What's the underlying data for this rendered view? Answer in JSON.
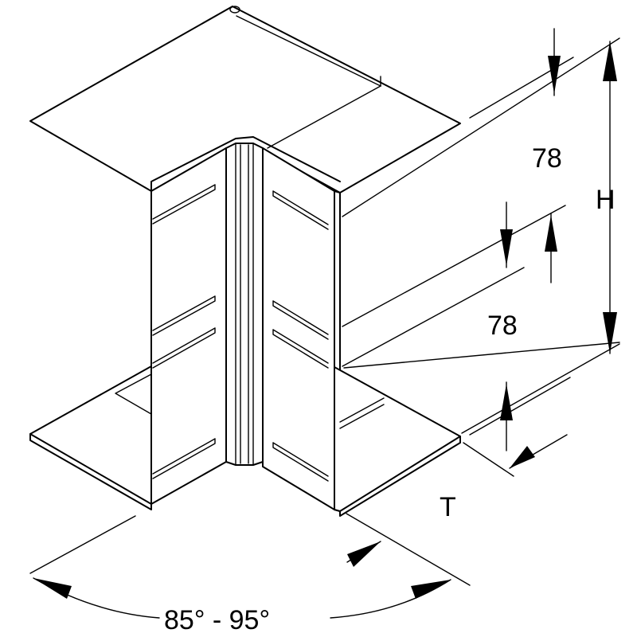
{
  "labels": {
    "dim_upper": "78",
    "dim_lower": "78",
    "height": "H",
    "depth": "T",
    "angle": "85° - 95°"
  },
  "colors": {
    "line": "#000000",
    "background": "#ffffff"
  }
}
